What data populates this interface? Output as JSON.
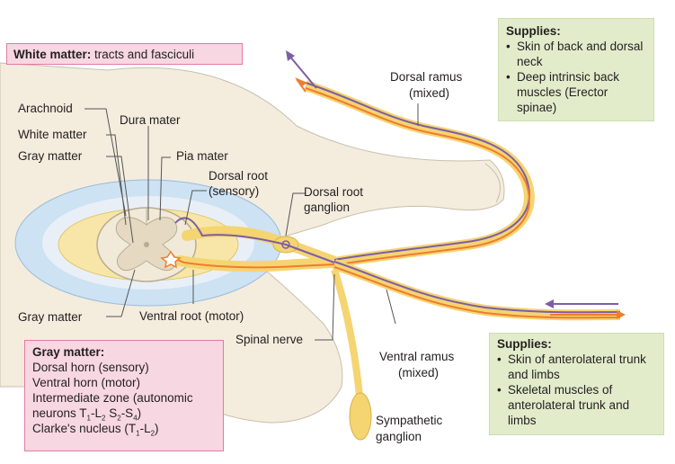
{
  "white_matter_box": {
    "title": "White matter:",
    "text": "tracts and fasciculi"
  },
  "labels": {
    "arachnoid": "Arachnoid",
    "dura_mater": "Dura mater",
    "white_matter": "White matter",
    "gray_matter_top": "Gray matter",
    "pia_mater": "Pia mater",
    "dorsal_root_1": "Dorsal root",
    "dorsal_root_2": "(sensory)",
    "drg_1": "Dorsal root",
    "drg_2": "ganglion",
    "dorsal_ramus_1": "Dorsal ramus",
    "dorsal_ramus_2": "(mixed)",
    "gray_matter_bottom": "Gray matter",
    "ventral_root": "Ventral root (motor)",
    "spinal_nerve": "Spinal nerve",
    "ventral_ramus_1": "Ventral ramus",
    "ventral_ramus_2": "(mixed)",
    "sympathetic_1": "Sympathetic",
    "sympathetic_2": "ganglion"
  },
  "supplies_top": {
    "title": "Supplies:",
    "items": [
      "Skin of back and dorsal neck",
      "Deep intrinsic back muscles (Erector spinae)"
    ]
  },
  "supplies_bottom": {
    "title": "Supplies:",
    "items": [
      "Skin of anterolateral trunk and limbs",
      "Skeletal muscles of anterolateral trunk and limbs"
    ]
  },
  "gray_matter_box": {
    "title": "Gray matter:",
    "line1": "Dorsal horn (sensory)",
    "line2": "Ventral horn (motor)",
    "line3": "Intermediate zone (autonomic",
    "line4_a": "neurons T",
    "line4_s1": "1",
    "line4_b": "-L",
    "line4_s2": "2",
    "line4_c": " S",
    "line4_s3": "2",
    "line4_d": "-S",
    "line4_s4": "4",
    "line4_e": ")",
    "line5_a": "Clarke's nucleus (T",
    "line5_s1": "1",
    "line5_b": "-L",
    "line5_s2": "2",
    "line5_c": ")"
  },
  "colors": {
    "sensory": "#7b5ea7",
    "motor": "#ef7d2d",
    "nerve": "#f5d472",
    "bone": "#f3ead9",
    "dura": "#c9dff0",
    "pink_border": "#e07ba3",
    "pink_fill": "#f7d7e2",
    "green_fill": "#e2eccb"
  }
}
